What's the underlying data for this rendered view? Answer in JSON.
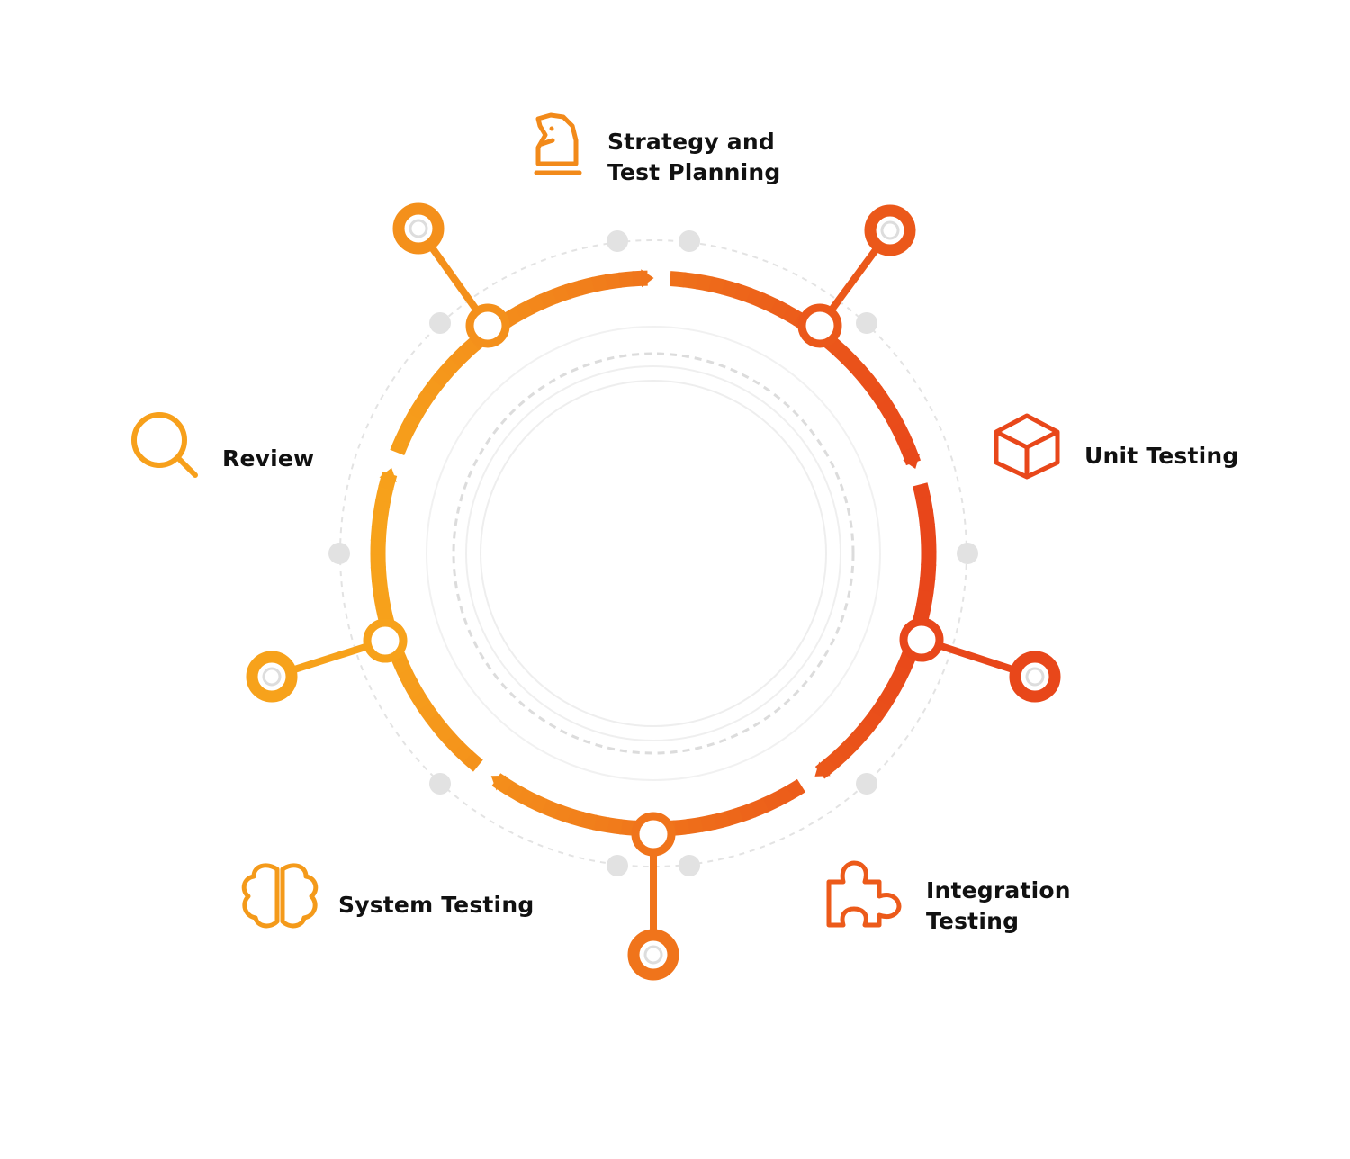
{
  "diagram": {
    "type": "cycle",
    "colors": {
      "gradient_start": "#F7A21B",
      "gradient_end": "#E8461A",
      "ring_dots": "#E2E2E2",
      "dashed_ring": "#DADADA",
      "node_fill": "#FFFFFF"
    },
    "stages": [
      {
        "id": "strategy",
        "lines": [
          "Strategy and",
          "Test Planning"
        ],
        "icon": "chess-knight-icon",
        "color": "#F28A1A"
      },
      {
        "id": "unit",
        "lines": [
          "Unit Testing"
        ],
        "icon": "cube-icon",
        "color": "#E8471A"
      },
      {
        "id": "integration",
        "lines": [
          "Integration",
          "Testing"
        ],
        "icon": "puzzle-piece-icon",
        "color": "#EC5A1A"
      },
      {
        "id": "system",
        "lines": [
          "System Testing"
        ],
        "icon": "brain-icon",
        "color": "#F49A1A"
      },
      {
        "id": "review",
        "lines": [
          "Review"
        ],
        "icon": "magnifier-icon",
        "color": "#F7A01B"
      }
    ]
  }
}
